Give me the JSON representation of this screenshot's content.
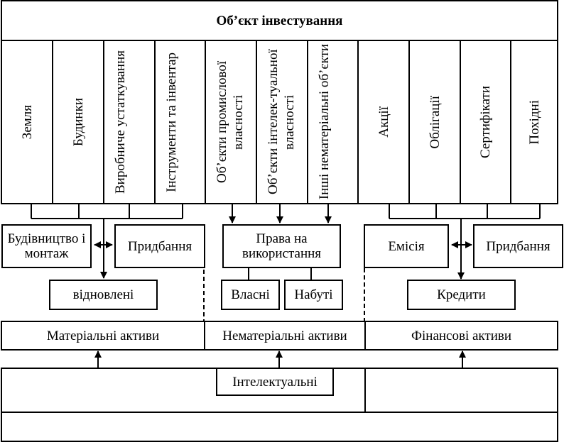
{
  "title": "Об’єкт інвестування",
  "categories": [
    "Земля",
    "Будинки",
    "Виробниче устаткування",
    "Інструменти та інвентар",
    "Об’єкти промислової власності",
    "Об’єкти інтелек-туальної власності",
    "Інші нематеріальні об’єкти",
    "Акції",
    "Облігації",
    "Сертифікати",
    "Похідні"
  ],
  "acquisition": {
    "construction": "Будівництво і монтаж",
    "purchase_material": "Придбання",
    "renewed": "відновлені",
    "usage_rights": "Права на використання",
    "own": "Власні",
    "acquired": "Набуті",
    "emission": "Емісія",
    "purchase_financial": "Придбання",
    "credits": "Кредити"
  },
  "asset_groups": {
    "material": "Матеріальні активи",
    "intangible": "Нематеріальні активи",
    "financial": "Фінансові активи"
  },
  "bottom": {
    "intellectual": "Інтелектуальні"
  }
}
